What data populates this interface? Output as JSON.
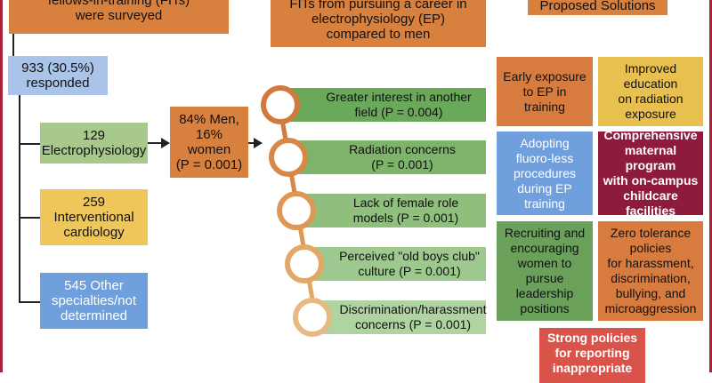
{
  "top": {
    "surveyed": "fellows-in-training (FITs)\nwere surveyed",
    "comparison": "FITs from pursuing a career in\nelectrophysiology (EP)\ncompared to men",
    "solutions_header": "Proposed Solutions"
  },
  "flow": {
    "responded": "933 (30.5%)\nresponded",
    "electrophysiology": "129\nElectrophysiology",
    "interventional": "259\nInterventional\ncardiology",
    "other": "545 Other\nspecialties/not\ndetermined",
    "gender_split": "84% Men,\n16%\nwomen\n(P = 0.001)"
  },
  "reasons": [
    {
      "text": "Greater interest in another\nfield (P = 0.004)",
      "color": "#6aa85a"
    },
    {
      "text": "Radiation concerns\n(P = 0.001)",
      "color": "#7db36b"
    },
    {
      "text": "Lack of female role\nmodels (P = 0.001)",
      "color": "#8fbe7d"
    },
    {
      "text": "Perceived \"old boys club\"\nculture (P = 0.001)",
      "color": "#9ec98e"
    },
    {
      "text": "Discrimination/harassment\nconcerns (P = 0.001)",
      "color": "#b0d3a2"
    }
  ],
  "solutions": {
    "early_exposure": "Early exposure\nto EP in\ntraining",
    "improved_education": "Improved\neducation\non radiation\nexposure",
    "fluoroless": "Adopting\nfluoro-less\nprocedures\nduring EP\ntraining",
    "maternal_program": "Comprehensive\nmaternal program\nwith on-campus\nchildcare\nfacilities",
    "recruiting": "Recruiting and\nencouraging\nwomen to\npursue\nleadership\npositions",
    "zero_tolerance": "Zero tolerance\npolicies\nfor harassment,\ndiscrimination,\nbullying, and\nmicroaggression",
    "strong_policies": "Strong policies\nfor reporting\ninappropriate"
  }
}
